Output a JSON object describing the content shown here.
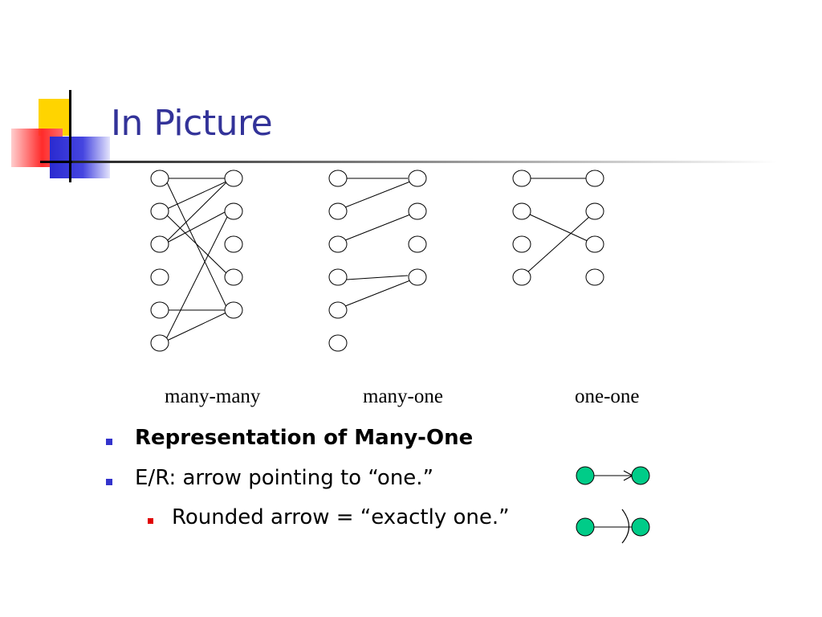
{
  "slide": {
    "title": "In Picture"
  },
  "diagram": {
    "captions": {
      "many_many": "many-many",
      "many_one": "many-one",
      "one_one": "one-one"
    }
  },
  "bullets": [
    {
      "text": "Representation of Many-One",
      "bold": true,
      "level": 1,
      "marker_color": "#3333cc"
    },
    {
      "text": "E/R: arrow pointing to “one.”",
      "bold": false,
      "level": 1,
      "marker_color": "#3333cc"
    },
    {
      "text": "Rounded arrow = “exactly one.”",
      "bold": false,
      "level": 2,
      "marker_color": "#e00000"
    }
  ],
  "colors": {
    "title": "#333399",
    "entity_node": "#00cc88"
  }
}
